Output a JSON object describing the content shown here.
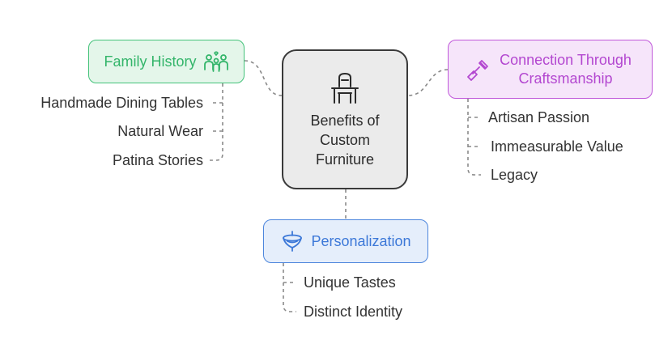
{
  "center": {
    "label": "Benefits of Custom Furniture",
    "icon": "chair-table-icon"
  },
  "branches": {
    "family_history": {
      "label": "Family History",
      "icon": "family-icon",
      "color": "#33b56a",
      "items": [
        "Handmade Dining Tables",
        "Natural Wear",
        "Patina Stories"
      ]
    },
    "craftsmanship": {
      "label": "Connection Through Craftsmanship",
      "icon": "chisel-icon",
      "color": "#b347d0",
      "items": [
        "Artisan Passion",
        "Immeasurable Value",
        "Legacy"
      ]
    },
    "personalization": {
      "label": "Personalization",
      "icon": "spinning-top-icon",
      "color": "#3c78d8",
      "items": [
        "Unique Tastes",
        "Distinct Identity"
      ]
    }
  }
}
